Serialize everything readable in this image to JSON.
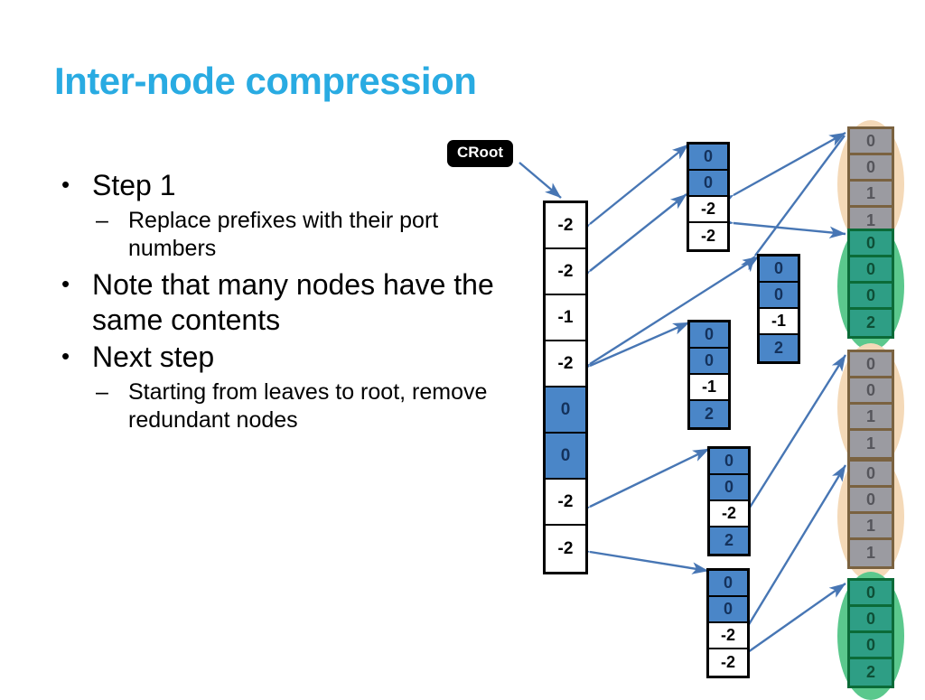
{
  "slide": {
    "title": "Inter-node compression",
    "title_color": "#29ABE2",
    "background": "#ffffff"
  },
  "bullets": [
    {
      "level": 1,
      "glyph": "•",
      "text": "Step 1"
    },
    {
      "level": 2,
      "glyph": "–",
      "text": "Replace prefixes with their port numbers"
    },
    {
      "level": 1,
      "glyph": "•",
      "text": "Note that many nodes have the same contents"
    },
    {
      "level": 1,
      "glyph": "•",
      "text": "Next step"
    },
    {
      "level": 2,
      "glyph": "–",
      "text": "Starting from leaves to root, remove redundant nodes"
    }
  ],
  "diagram": {
    "root_label": "CRoot",
    "arrow_color": "#4776B4",
    "colors": {
      "cell_blue": "#4A86C8",
      "cell_blue_text": "#14325C",
      "cell_white": "#ffffff",
      "cell_white_text": "#000000",
      "leaf_gray_fill": "#9B9BA1",
      "leaf_gray_border": "#7A6240",
      "leaf_teal_fill": "#2E9E85",
      "leaf_teal_border": "#0B6B38",
      "oval_peach": "#F4D9B8",
      "oval_green": "#5BC88D",
      "node_border": "#000000"
    },
    "root_node": {
      "name": "root-trie-node",
      "cells": [
        {
          "value": "-2",
          "fill": "white"
        },
        {
          "value": "-2",
          "fill": "white"
        },
        {
          "value": "-1",
          "fill": "white"
        },
        {
          "value": "-2",
          "fill": "white"
        },
        {
          "value": "0",
          "fill": "blue"
        },
        {
          "value": "0",
          "fill": "blue"
        },
        {
          "value": "-2",
          "fill": "white"
        },
        {
          "value": "-2",
          "fill": "white"
        }
      ]
    },
    "mid_nodes": [
      {
        "name": "mid-node-1",
        "cells": [
          {
            "value": "0",
            "fill": "blue"
          },
          {
            "value": "0",
            "fill": "blue"
          },
          {
            "value": "-2",
            "fill": "white"
          },
          {
            "value": "-2",
            "fill": "white"
          }
        ]
      },
      {
        "name": "mid-node-2",
        "cells": [
          {
            "value": "0",
            "fill": "blue"
          },
          {
            "value": "0",
            "fill": "blue"
          },
          {
            "value": "-1",
            "fill": "white"
          },
          {
            "value": "2",
            "fill": "blue"
          }
        ]
      },
      {
        "name": "mid-node-3",
        "cells": [
          {
            "value": "0",
            "fill": "blue"
          },
          {
            "value": "0",
            "fill": "blue"
          },
          {
            "value": "-1",
            "fill": "white"
          },
          {
            "value": "2",
            "fill": "blue"
          }
        ]
      },
      {
        "name": "mid-node-4",
        "cells": [
          {
            "value": "0",
            "fill": "blue"
          },
          {
            "value": "0",
            "fill": "blue"
          },
          {
            "value": "-2",
            "fill": "white"
          },
          {
            "value": "2",
            "fill": "blue"
          }
        ]
      },
      {
        "name": "mid-node-5",
        "cells": [
          {
            "value": "0",
            "fill": "blue"
          },
          {
            "value": "0",
            "fill": "blue"
          },
          {
            "value": "-2",
            "fill": "white"
          },
          {
            "value": "-2",
            "fill": "white"
          }
        ]
      }
    ],
    "leaf_nodes": [
      {
        "name": "leaf-node-1",
        "style": "gray",
        "oval": "peach",
        "cells": [
          "0",
          "0",
          "1",
          "1"
        ]
      },
      {
        "name": "leaf-node-2",
        "style": "teal",
        "oval": "green",
        "cells": [
          "0",
          "0",
          "0",
          "2"
        ]
      },
      {
        "name": "leaf-node-3",
        "style": "gray",
        "oval": "peach",
        "cells": [
          "0",
          "0",
          "1",
          "1"
        ]
      },
      {
        "name": "leaf-node-4",
        "style": "gray",
        "oval": "peach",
        "cells": [
          "0",
          "0",
          "1",
          "1"
        ]
      },
      {
        "name": "leaf-node-5",
        "style": "teal",
        "oval": "green",
        "cells": [
          "0",
          "0",
          "0",
          "2"
        ]
      }
    ]
  }
}
